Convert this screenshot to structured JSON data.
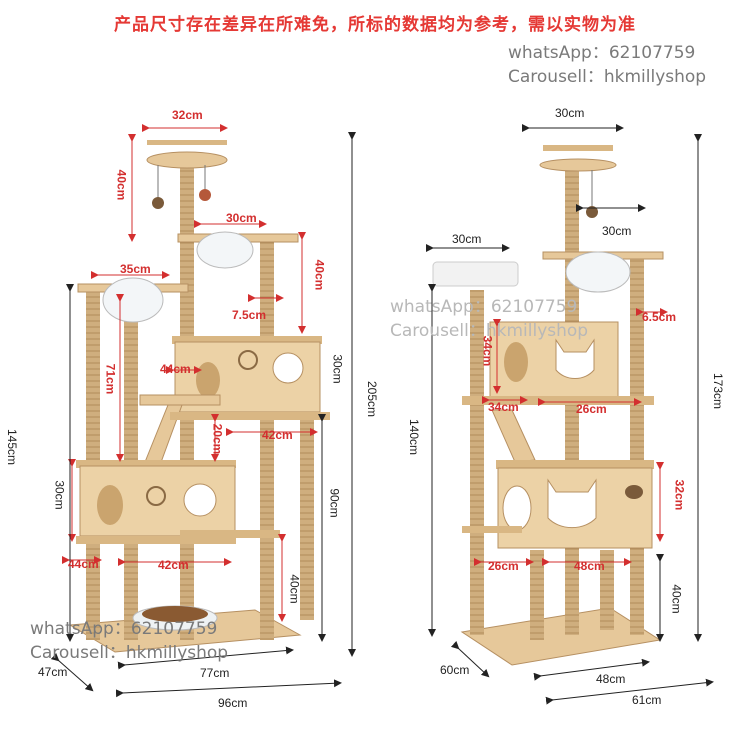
{
  "notice": "产品尺寸存在差异在所难免，所标的数据均为参考，需以实物为准",
  "watermark": {
    "whatsapp": "whatsApp：62107759",
    "carousell": "Carousell：hkmillyshop",
    "whatsapp_mid": "whatsApp：62107759",
    "carousell_mid": "Carousell：hkmillyshop",
    "whatsapp_bottom": "whatsApp：62107759",
    "carousell_bottom": "Carousell：hkmillyshop"
  },
  "left_product": {
    "dims": {
      "top_width": "32cm",
      "top_drop": "40cm",
      "bowl_width": "30cm",
      "bowl_height": "40cm",
      "left_bowl_width": "35cm",
      "post_gap": "7.5cm",
      "house_depth": "44cm",
      "upper_height": "71cm",
      "house_height": "30cm",
      "step_height": "20cm",
      "mid_width": "42cm",
      "total_height": "205cm",
      "left_height": "145cm",
      "box_height": "30cm",
      "right_height": "90cm",
      "box_depth": "44cm",
      "box_width": "42cm",
      "base_height": "40cm",
      "base_depth": "47cm",
      "base_width": "77cm",
      "overall_width": "96cm"
    }
  },
  "right_product": {
    "dims": {
      "top_width": "30cm",
      "left_bed": "30cm",
      "bowl_width": "30cm",
      "post_gap": "6.5cm",
      "house_height": "34cm",
      "left_height": "140cm",
      "shelf_depth": "34cm",
      "shelf_width": "26cm",
      "total_height": "173cm",
      "box_height": "32cm",
      "box_depth": "26cm",
      "box_width": "48cm",
      "base_height": "40cm",
      "base_depth": "60cm",
      "base_width": "48cm",
      "overall_width": "61cm"
    }
  },
  "colors": {
    "wood": "#e6c89a",
    "wood_dark": "#c9a46c",
    "sisal": "#c8a878",
    "dimension_red": "#d32f2f",
    "notice_red": "#e53935"
  }
}
